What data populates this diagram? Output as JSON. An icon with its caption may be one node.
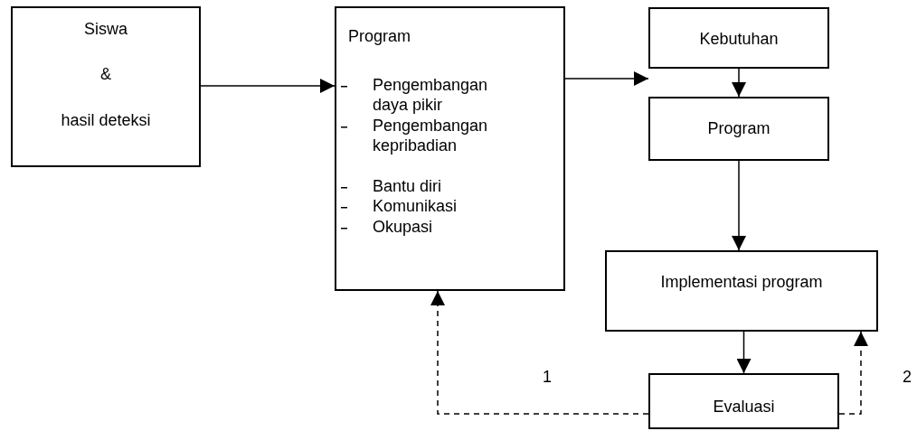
{
  "diagram": {
    "nodes": [
      {
        "text": [
          "Siswa",
          "&",
          "hasil deteksi"
        ]
      },
      {
        "text": [
          "Program",
          "Pengembangan daya pikir",
          "Pengembangan kepribadian",
          "Bantu diri",
          "Komunikasi",
          "Okupasi"
        ]
      },
      {
        "text": [
          "Kebutuhan"
        ]
      },
      {
        "text": [
          "Program"
        ]
      },
      {
        "text": [
          "Implementasi program"
        ]
      },
      {
        "text": [
          "Evaluasi"
        ]
      }
    ],
    "edges": [
      {
        "from": 0,
        "to": 1,
        "arrow": "to"
      },
      {
        "from": 1,
        "to": 2,
        "arrow": "to"
      },
      {
        "from": 2,
        "to": 3,
        "arrow": "to"
      },
      {
        "from": 3,
        "to": 4,
        "arrow": "to"
      },
      {
        "from": 4,
        "to": 5,
        "arrow": "to"
      },
      {
        "from": 5,
        "to": 1,
        "arrow": "to",
        "style": "dashed",
        "label": "1"
      },
      {
        "from": 5,
        "to": 4,
        "arrow": "to",
        "style": "dashed",
        "label": "2"
      }
    ]
  }
}
